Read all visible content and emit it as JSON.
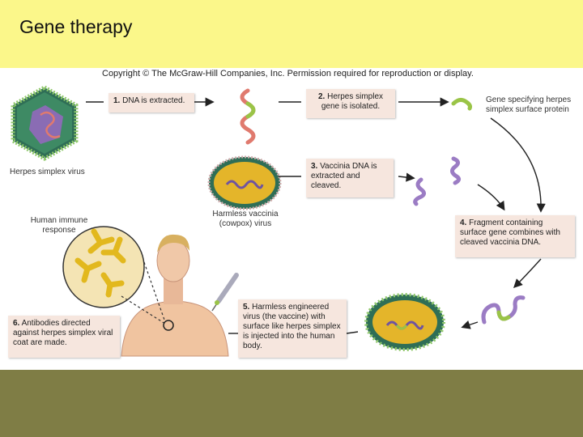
{
  "slide": {
    "title": "Gene therapy",
    "copyright": "Copyright © The McGraw-Hill Companies, Inc. Permission required for reproduction or display."
  },
  "steps": [
    {
      "num": "1.",
      "text": "DNA is extracted."
    },
    {
      "num": "2.",
      "text": "Herpes simplex gene is isolated."
    },
    {
      "num": "3.",
      "text": "Vaccinia DNA is extracted and cleaved."
    },
    {
      "num": "4.",
      "text": "Fragment containing surface gene combines with cleaved vaccinia DNA."
    },
    {
      "num": "5.",
      "text": "Harmless engineered virus (the vaccine) with surface like herpes simplex is injected into the human body."
    },
    {
      "num": "6.",
      "text": "Antibodies directed against herpes simplex viral coat are made."
    }
  ],
  "labels": {
    "herpes_virus": "Herpes simplex virus",
    "vaccinia_virus": "Harmless vaccinia (cowpox) virus",
    "gene_label": "Gene specifying herpes simplex surface protein",
    "immune_response": "Human immune response"
  },
  "colors": {
    "header_bg": "#fbf78a",
    "footer_bg": "#7f7d45",
    "box_bg": "#f6e6de",
    "herpes_dna": "#e07a6e",
    "herpes_gene": "#9ac447",
    "vaccinia_dna": "#9b7cc4",
    "vaccinia_capsule": "#e4b52a",
    "antibody": "#e2b81e"
  }
}
